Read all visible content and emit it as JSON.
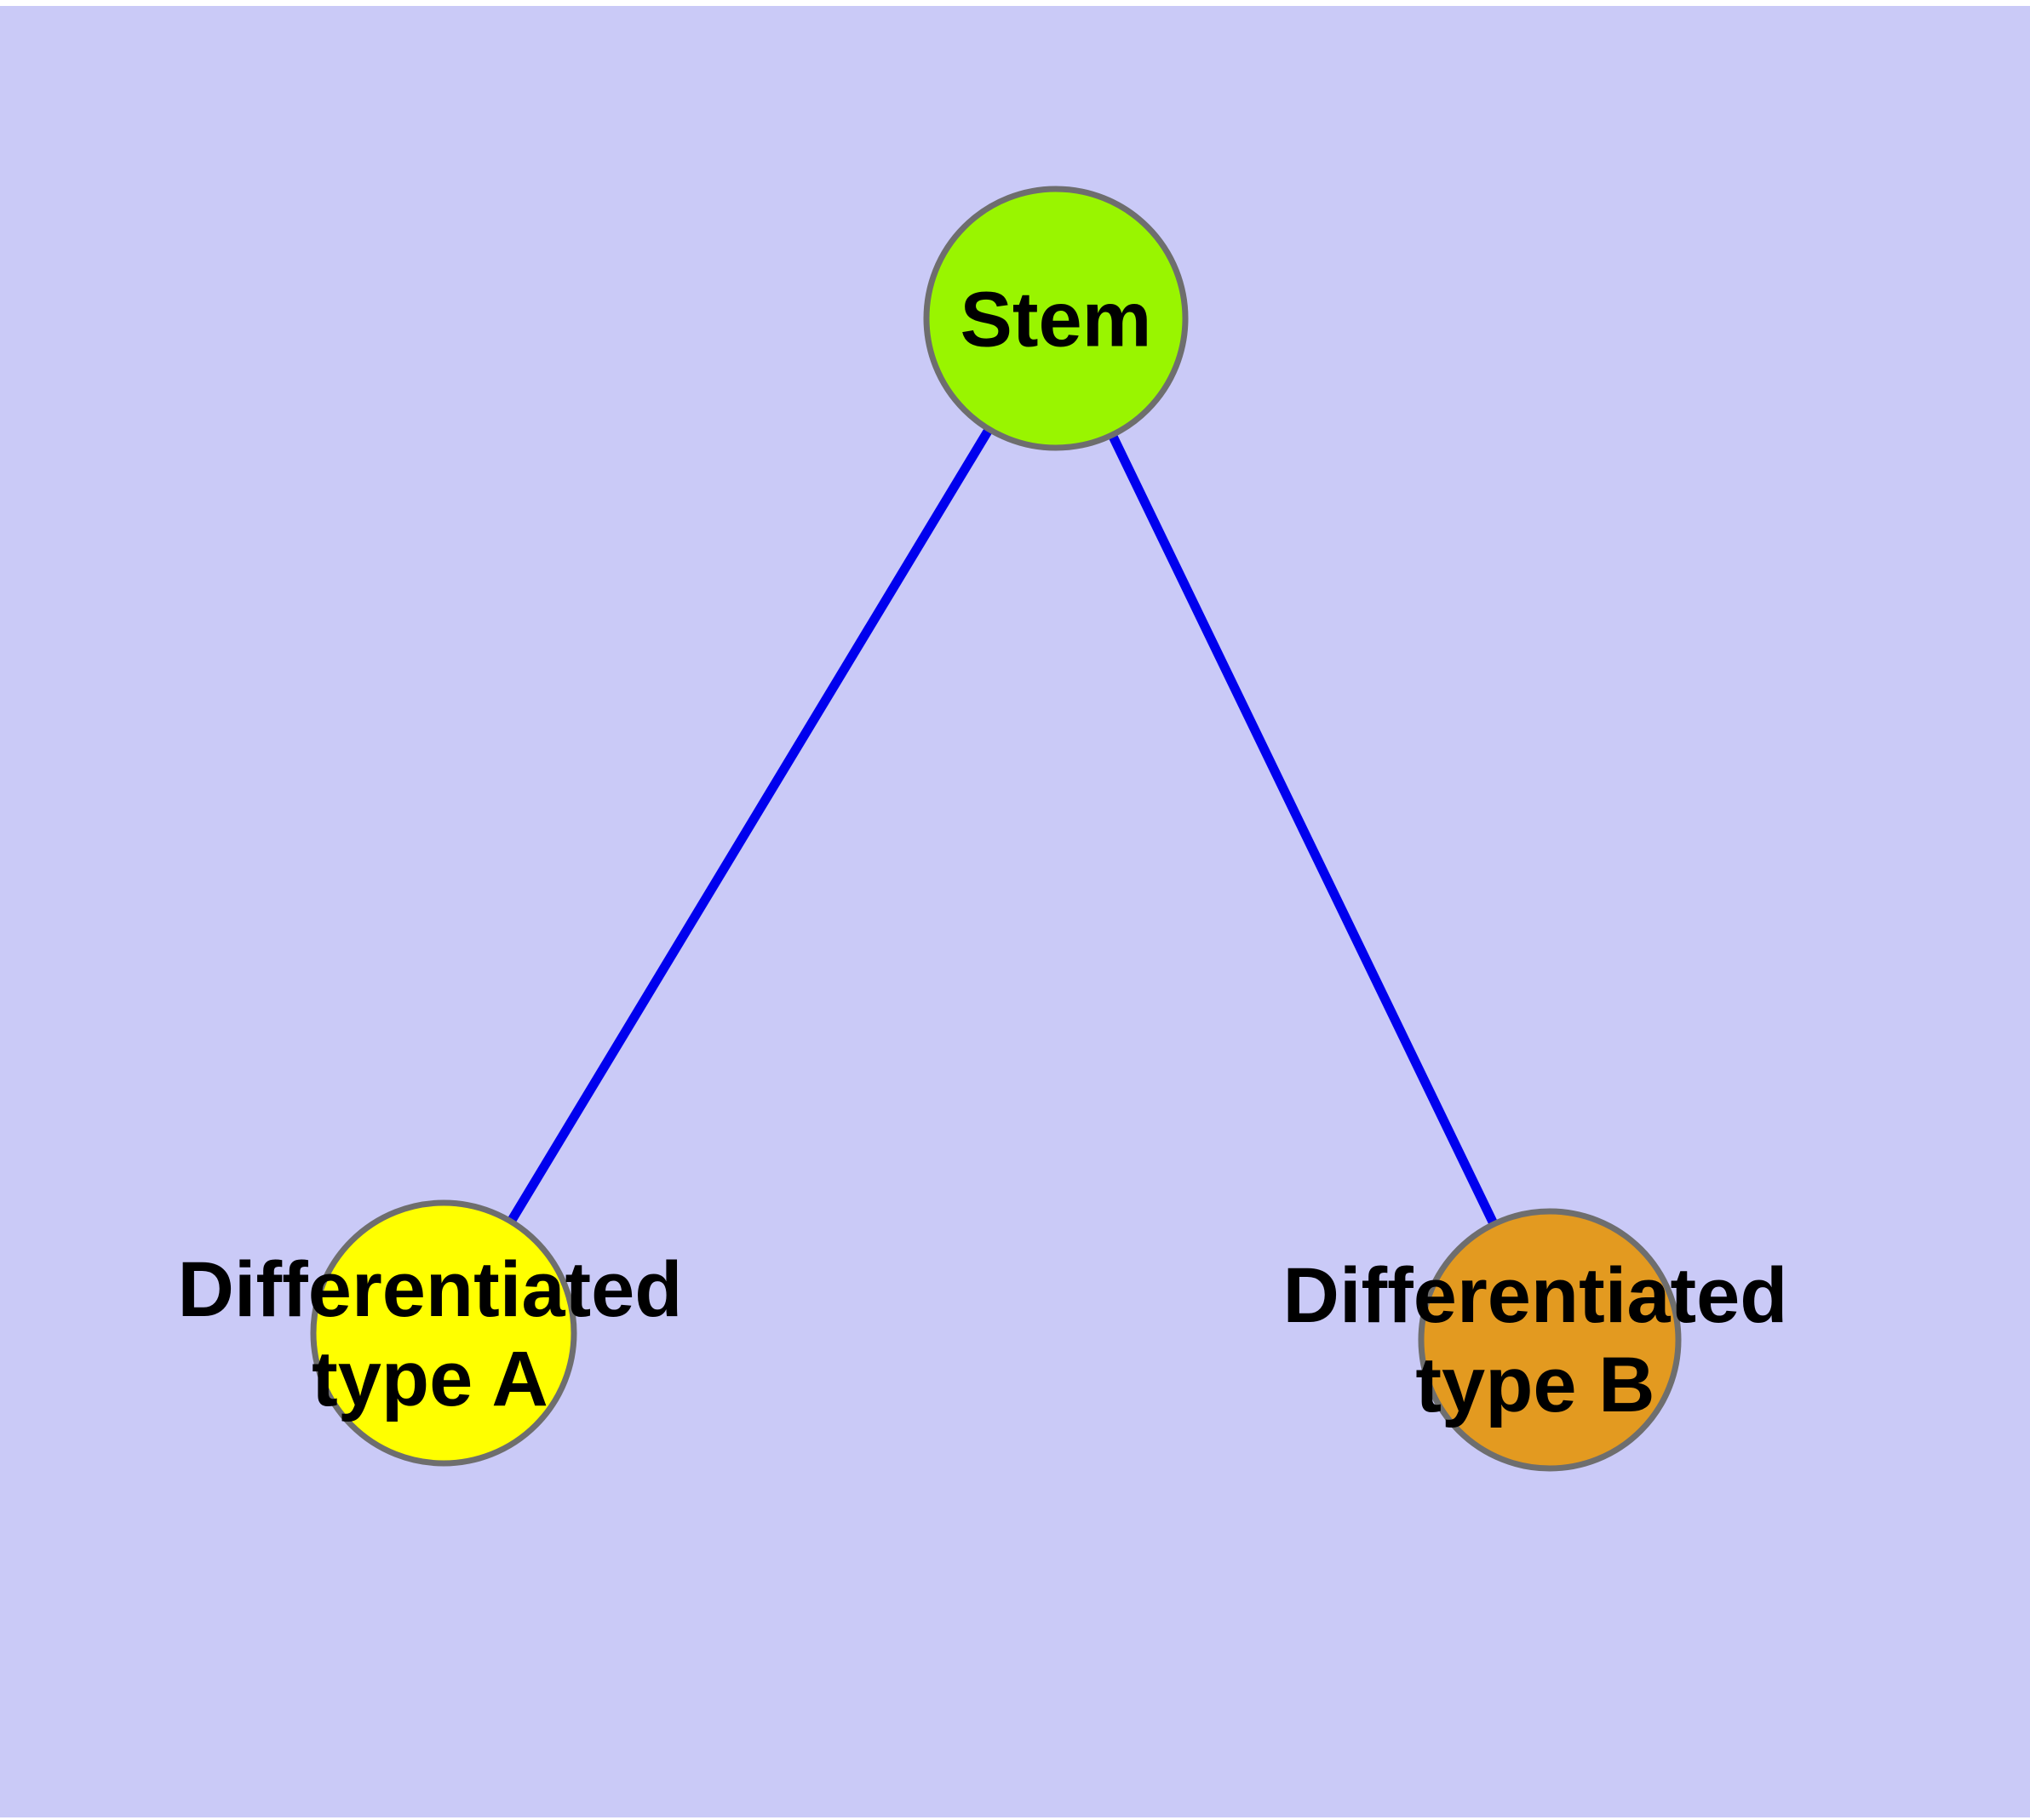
{
  "diagram": {
    "type": "graph",
    "background_color": "#CACAF7",
    "outer_margin_color": "#FFFFFF",
    "edge_color": "#0000EE",
    "node_border_color": "#6E6E6E",
    "label_color": "#000000",
    "nodes": [
      {
        "id": "stem",
        "label": "Stem",
        "color": "#99F500"
      },
      {
        "id": "type-a",
        "label": "Differentiated\ntype A",
        "color": "#FFFF00"
      },
      {
        "id": "type-b",
        "label": "Differentiated\ntype B",
        "color": "#E39A20"
      }
    ],
    "edges": [
      {
        "from": "Stem",
        "to": "Differentiated type A"
      },
      {
        "from": "Stem",
        "to": "Differentiated type B"
      }
    ]
  }
}
